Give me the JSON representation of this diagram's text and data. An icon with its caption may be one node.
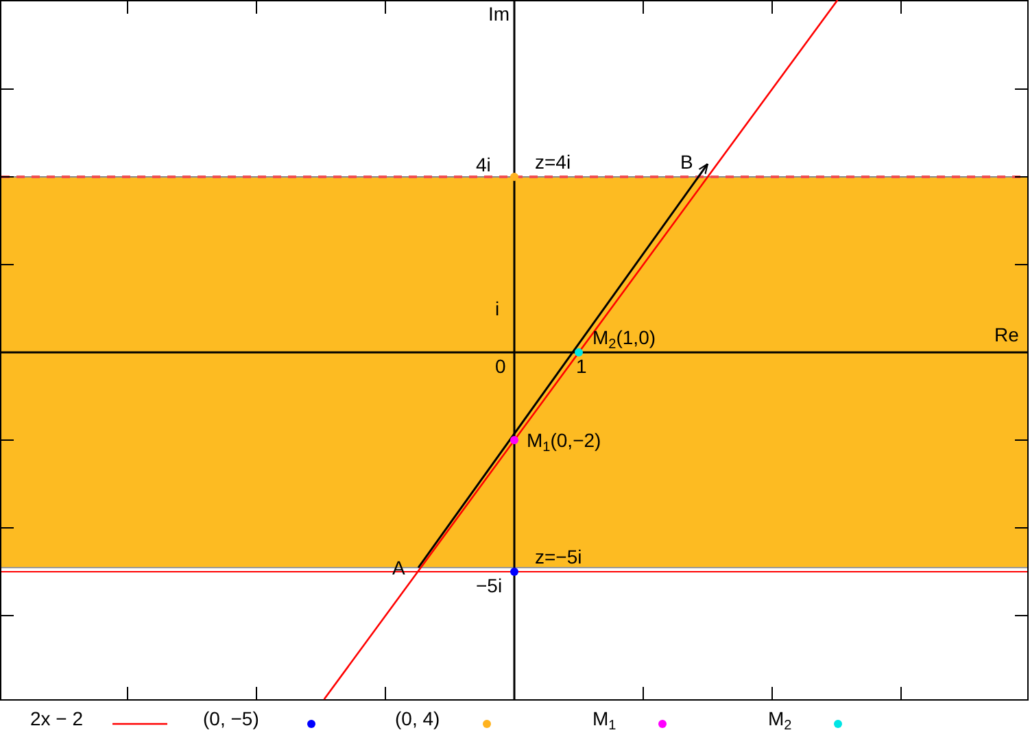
{
  "diagram": {
    "nodes": [
      {
        "text": [
          "A"
        ]
      },
      {
        "text": [
          "B"
        ]
      }
    ],
    "edges": [
      {
        "from": 0,
        "to": 1,
        "arrow": "to"
      }
    ],
    "labels": [
      "Im",
      "z=4i",
      "4i",
      "i",
      "Re",
      "0",
      "M$_{2}$(1,0)",
      "1",
      "M$_{1}$(0,−2)",
      "z=−5i",
      "−5i"
    ],
    "legend": [
      {
        "text": "2x − 2"
      },
      {
        "text": "(0, −5)",
        "color": "#0000ff"
      },
      {
        "text": "(0, 4)",
        "color": "#ffb31f"
      },
      {
        "text": "M$_{1}$",
        "color": "#ff00ff"
      },
      {
        "text": "M$_{2}$",
        "color": "#00e5e5"
      }
    ]
  }
}
